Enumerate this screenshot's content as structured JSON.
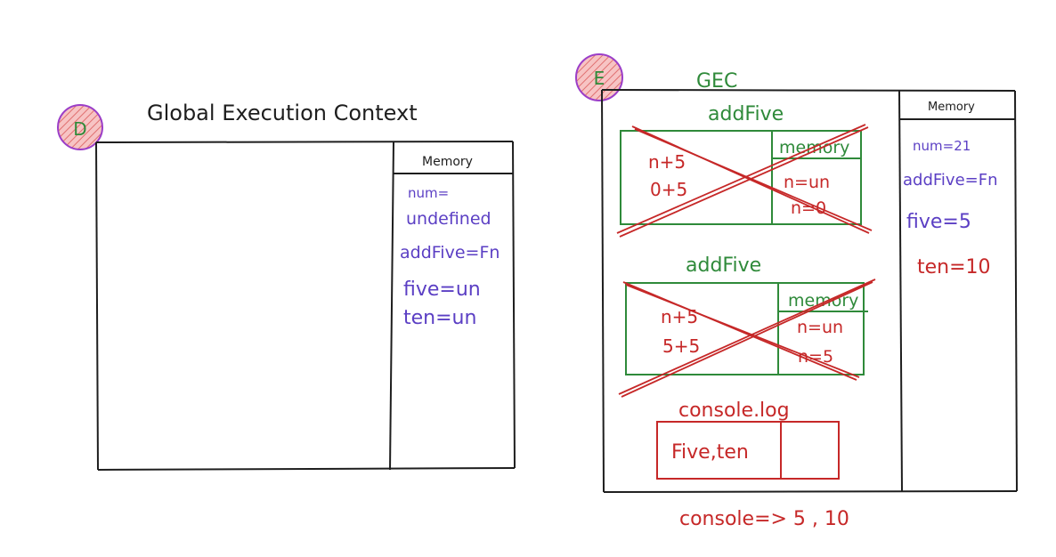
{
  "panel_d": {
    "badge": "D",
    "title": "Global Execution Context",
    "memory_header": "Memory",
    "memory_items": [
      "num=",
      "undefined",
      "addFive=Fn",
      "five=un",
      "ten=un"
    ]
  },
  "panel_e": {
    "badge": "E",
    "gec_label": "GEC",
    "memory_header": "Memory",
    "memory_items": [
      {
        "text": "num=21",
        "color": "#5b3fc4"
      },
      {
        "text": "addFive=Fn",
        "color": "#5b3fc4"
      },
      {
        "text": "five=5",
        "color": "#5b3fc4"
      },
      {
        "text": "ten=10",
        "color": "#c62828"
      }
    ],
    "calls": [
      {
        "label": "addFive",
        "code_lines": [
          "n+5",
          "0+5"
        ],
        "memory_header": "memory",
        "memory_lines": [
          "n=un",
          "n=0"
        ]
      },
      {
        "label": "addFive",
        "code_lines": [
          "n+5",
          "5+5"
        ],
        "memory_header": "memory",
        "memory_lines": [
          "n=un",
          "n=5"
        ]
      }
    ],
    "console_call": {
      "label": "console.log",
      "content": "Five,ten"
    },
    "console_output": "console=> 5 , 10"
  },
  "colors": {
    "black": "#1e1e1e",
    "purple": "#5b3fc4",
    "green": "#2f8a3a",
    "red": "#c62828",
    "badge_fill": "#f4a6a6",
    "badge_ring": "#9b3ec8"
  }
}
